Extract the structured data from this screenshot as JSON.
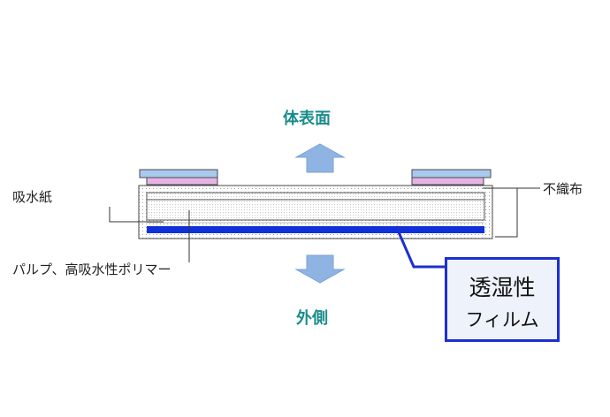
{
  "labels": {
    "top": "体表面",
    "bottom": "外側",
    "absorbent_paper": "吸水紙",
    "nonwoven": "不織布",
    "pulp_polymer": "パルプ、高吸水性ポリマー",
    "film_line1": "透湿性",
    "film_line2": "フィルム"
  },
  "colors": {
    "teal_text": "#1a8c8c",
    "arrow_fill": "#8fb4e3",
    "film_blue": "#1030d8",
    "callout_border": "#1c2fd0",
    "tab_blue": "#a9c9ee",
    "tab_pink": "#e7b3e6"
  }
}
